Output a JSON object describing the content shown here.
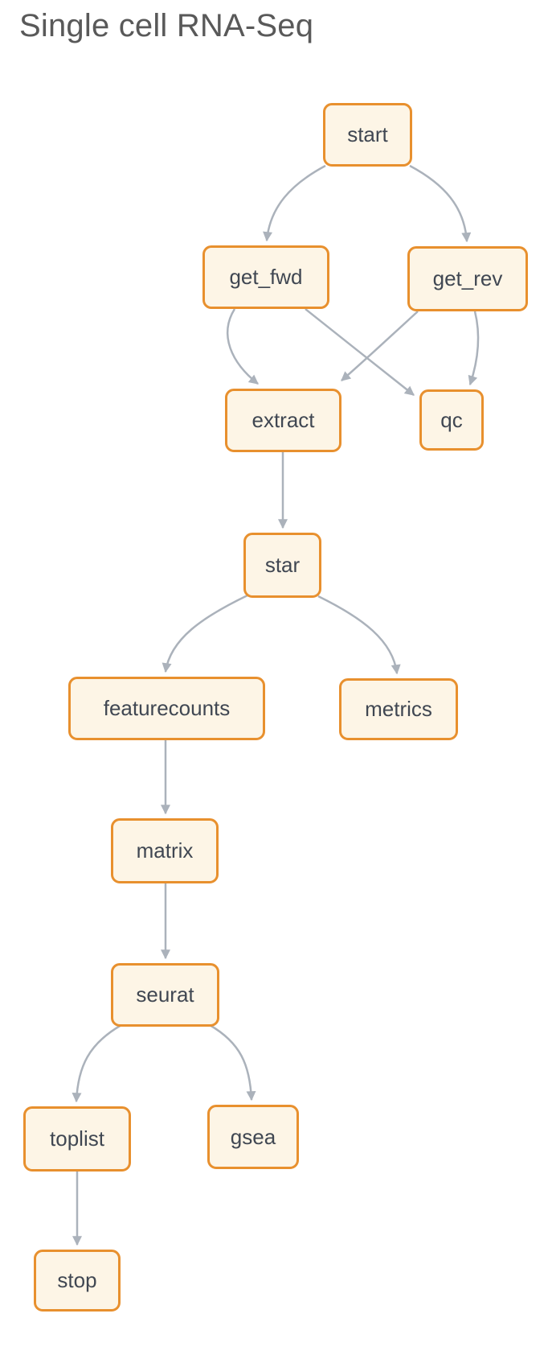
{
  "title": "Single cell RNA-Seq",
  "diagram": {
    "type": "workflow-dag",
    "nodes": [
      {
        "id": "start",
        "label": "start"
      },
      {
        "id": "get_fwd",
        "label": "get_fwd"
      },
      {
        "id": "get_rev",
        "label": "get_rev"
      },
      {
        "id": "extract",
        "label": "extract"
      },
      {
        "id": "qc",
        "label": "qc"
      },
      {
        "id": "star",
        "label": "star"
      },
      {
        "id": "featurecounts",
        "label": "featurecounts"
      },
      {
        "id": "metrics",
        "label": "metrics"
      },
      {
        "id": "matrix",
        "label": "matrix"
      },
      {
        "id": "seurat",
        "label": "seurat"
      },
      {
        "id": "toplist",
        "label": "toplist"
      },
      {
        "id": "gsea",
        "label": "gsea"
      },
      {
        "id": "stop",
        "label": "stop"
      }
    ],
    "edges": [
      {
        "from": "start",
        "to": "get_fwd"
      },
      {
        "from": "start",
        "to": "get_rev"
      },
      {
        "from": "get_fwd",
        "to": "extract"
      },
      {
        "from": "get_fwd",
        "to": "qc"
      },
      {
        "from": "get_rev",
        "to": "extract"
      },
      {
        "from": "get_rev",
        "to": "qc"
      },
      {
        "from": "extract",
        "to": "star"
      },
      {
        "from": "star",
        "to": "featurecounts"
      },
      {
        "from": "star",
        "to": "metrics"
      },
      {
        "from": "featurecounts",
        "to": "matrix"
      },
      {
        "from": "matrix",
        "to": "seurat"
      },
      {
        "from": "seurat",
        "to": "toplist"
      },
      {
        "from": "seurat",
        "to": "gsea"
      },
      {
        "from": "toplist",
        "to": "stop"
      }
    ]
  },
  "colors": {
    "node_border": "#E8902E",
    "node_fill": "#FDF5E6",
    "node_text": "#404752",
    "edge": "#ABB2BB",
    "title_text": "#595959",
    "background": "#FFFFFF"
  }
}
